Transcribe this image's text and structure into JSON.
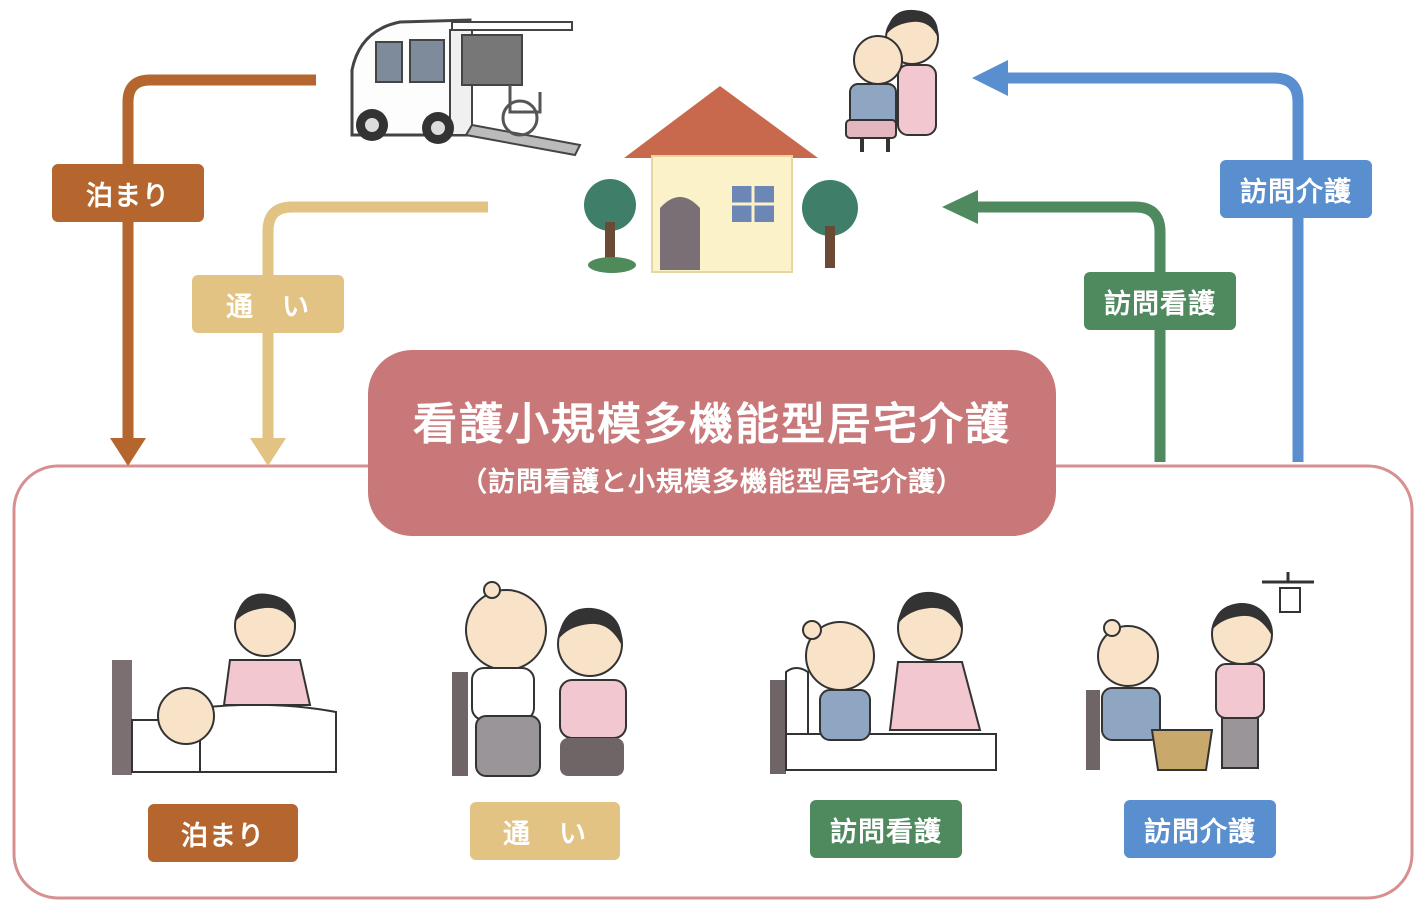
{
  "colors": {
    "tomari": "#b5662e",
    "kayoi": "#e2c383",
    "houmon_kango": "#4f8a5f",
    "houmon_kaigo": "#5a8fcf",
    "center_box": "#c9787a",
    "frame": "#d88f90"
  },
  "center": {
    "title": "看護小規模多機能型居宅介護",
    "subtitle": "（訪問看護と小規模多機能型居宅介護）"
  },
  "top_labels": {
    "tomari": "泊まり",
    "kayoi": "通　い",
    "houmon_kango": "訪問看護",
    "houmon_kaigo": "訪問介護"
  },
  "bottom_labels": {
    "tomari": "泊まり",
    "kayoi": "通　い",
    "houmon_kango": "訪問看護",
    "houmon_kaigo": "訪問介護"
  },
  "icons": {
    "van": "wheelchair-van-icon",
    "house": "house-icon",
    "caregiver_top": "caregiver-hug-icon",
    "bed": "bed-care-icon",
    "walk": "walking-assist-icon",
    "nurse": "nurse-visit-icon",
    "laundry": "home-help-icon"
  }
}
